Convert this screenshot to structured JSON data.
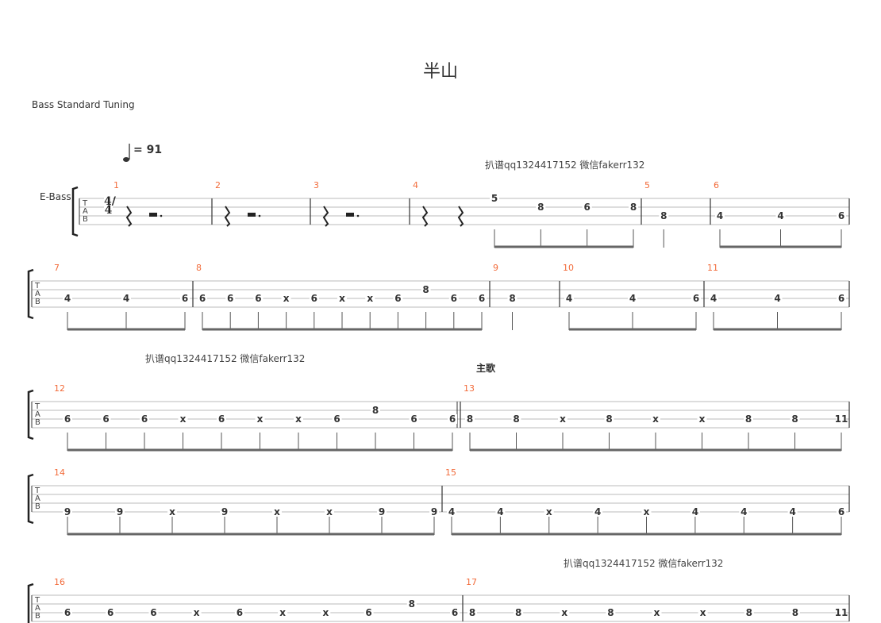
{
  "title": "半山",
  "tuning": "Bass Standard Tuning",
  "instrument": "E-Bass",
  "tempo": "= 91",
  "time_signature": "4/4",
  "section_label": "主歌",
  "watermark": "扒谱qq1324417152 微信fakerr132",
  "rows": [
    {
      "measures": [
        {
          "n": "1",
          "rests": true,
          "notes": []
        },
        {
          "n": "2",
          "rests": true,
          "notes": []
        },
        {
          "n": "3",
          "rests": true,
          "notes": []
        },
        {
          "n": "4",
          "rests": true,
          "notes": [
            {
              "f": "5",
              "s": 1
            },
            {
              "f": "8",
              "s": 2
            },
            {
              "f": "6",
              "s": 2
            },
            {
              "f": "8",
              "s": 2
            }
          ]
        },
        {
          "n": "5",
          "notes": [
            {
              "f": "8",
              "s": 3
            }
          ]
        },
        {
          "n": "6",
          "notes": [
            {
              "f": "4",
              "s": 3
            },
            {
              "f": "4",
              "s": 3
            },
            {
              "f": "6",
              "s": 3
            }
          ]
        }
      ]
    },
    {
      "measures": [
        {
          "n": "7",
          "notes": [
            {
              "f": "4",
              "s": 3
            },
            {
              "f": "4",
              "s": 3
            },
            {
              "f": "6",
              "s": 3
            }
          ]
        },
        {
          "n": "8",
          "notes": [
            {
              "f": "6",
              "s": 3
            },
            {
              "f": "6",
              "s": 3
            },
            {
              "f": "6",
              "s": 3
            },
            {
              "f": "x",
              "s": 3
            },
            {
              "f": "6",
              "s": 3
            },
            {
              "f": "x",
              "s": 3
            },
            {
              "f": "x",
              "s": 3
            },
            {
              "f": "6",
              "s": 3
            },
            {
              "f": "8",
              "s": 2
            },
            {
              "f": "6",
              "s": 3
            },
            {
              "f": "6",
              "s": 3
            }
          ]
        },
        {
          "n": "9",
          "notes": [
            {
              "f": "8",
              "s": 3
            }
          ]
        },
        {
          "n": "10",
          "notes": [
            {
              "f": "4",
              "s": 3
            },
            {
              "f": "4",
              "s": 3
            },
            {
              "f": "6",
              "s": 3
            }
          ]
        },
        {
          "n": "11",
          "notes": [
            {
              "f": "4",
              "s": 3
            },
            {
              "f": "4",
              "s": 3
            },
            {
              "f": "6",
              "s": 3
            }
          ]
        }
      ]
    },
    {
      "measures": [
        {
          "n": "12",
          "notes": [
            {
              "f": "6",
              "s": 3
            },
            {
              "f": "6",
              "s": 3
            },
            {
              "f": "6",
              "s": 3
            },
            {
              "f": "x",
              "s": 3
            },
            {
              "f": "6",
              "s": 3
            },
            {
              "f": "x",
              "s": 3
            },
            {
              "f": "x",
              "s": 3
            },
            {
              "f": "6",
              "s": 3
            },
            {
              "f": "8",
              "s": 2
            },
            {
              "f": "6",
              "s": 3
            },
            {
              "f": "6",
              "s": 3
            }
          ]
        },
        {
          "n": "13",
          "notes": [
            {
              "f": "8",
              "s": 3
            },
            {
              "f": "8",
              "s": 3
            },
            {
              "f": "x",
              "s": 3
            },
            {
              "f": "8",
              "s": 3
            },
            {
              "f": "x",
              "s": 3
            },
            {
              "f": "x",
              "s": 3
            },
            {
              "f": "8",
              "s": 3
            },
            {
              "f": "8",
              "s": 3
            },
            {
              "f": "11",
              "s": 3
            }
          ]
        }
      ]
    },
    {
      "measures": [
        {
          "n": "14",
          "notes": [
            {
              "f": "9",
              "s": 4
            },
            {
              "f": "9",
              "s": 4
            },
            {
              "f": "x",
              "s": 4
            },
            {
              "f": "9",
              "s": 4
            },
            {
              "f": "x",
              "s": 4
            },
            {
              "f": "x",
              "s": 4
            },
            {
              "f": "9",
              "s": 4
            },
            {
              "f": "9",
              "s": 4
            }
          ]
        },
        {
          "n": "15",
          "notes": [
            {
              "f": "4",
              "s": 4
            },
            {
              "f": "4",
              "s": 4
            },
            {
              "f": "x",
              "s": 4
            },
            {
              "f": "4",
              "s": 4
            },
            {
              "f": "x",
              "s": 4
            },
            {
              "f": "4",
              "s": 4
            },
            {
              "f": "4",
              "s": 4
            },
            {
              "f": "4",
              "s": 4
            },
            {
              "f": "6",
              "s": 4
            }
          ]
        }
      ]
    },
    {
      "measures": [
        {
          "n": "16",
          "notes": [
            {
              "f": "6",
              "s": 3
            },
            {
              "f": "6",
              "s": 3
            },
            {
              "f": "6",
              "s": 3
            },
            {
              "f": "x",
              "s": 3
            },
            {
              "f": "6",
              "s": 3
            },
            {
              "f": "x",
              "s": 3
            },
            {
              "f": "x",
              "s": 3
            },
            {
              "f": "6",
              "s": 3
            },
            {
              "f": "8",
              "s": 2
            },
            {
              "f": "6",
              "s": 3
            }
          ]
        },
        {
          "n": "17",
          "notes": [
            {
              "f": "8",
              "s": 3
            },
            {
              "f": "8",
              "s": 3
            },
            {
              "f": "x",
              "s": 3
            },
            {
              "f": "8",
              "s": 3
            },
            {
              "f": "x",
              "s": 3
            },
            {
              "f": "x",
              "s": 3
            },
            {
              "f": "8",
              "s": 3
            },
            {
              "f": "8",
              "s": 3
            },
            {
              "f": "11",
              "s": 3
            }
          ]
        }
      ]
    }
  ]
}
